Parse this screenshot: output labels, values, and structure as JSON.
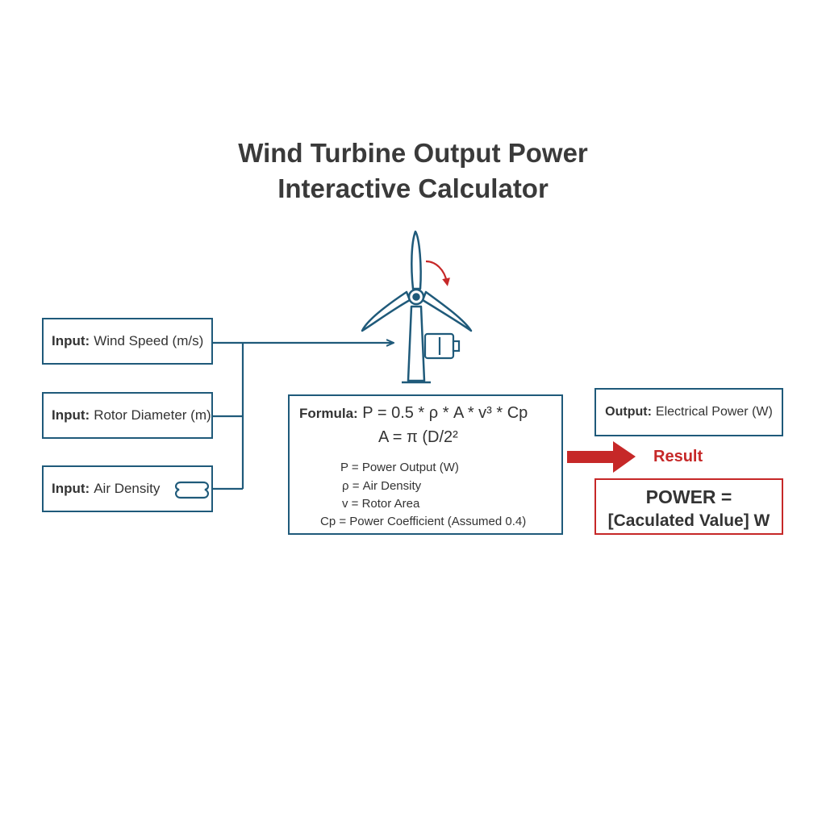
{
  "title": {
    "line1": "Wind Turbine Output Power",
    "line2": "Interactive Calculator"
  },
  "inputs": [
    {
      "prefix": "Input:",
      "label": "Wind Speed (m/s)"
    },
    {
      "prefix": "Input:",
      "label": "Rotor Diameter (m)"
    },
    {
      "prefix": "Input:",
      "label": "Air Density"
    }
  ],
  "formula": {
    "prefix": "Formula:",
    "main": "P = 0.5 * ρ * A * v³ * Cp",
    "area": "A = π (D/2²",
    "legend": [
      "P = Power Output (W)",
      "ρ = Air Density",
      "v = Rotor Area",
      "Cp = Power Coefficient (Assumed 0.4)"
    ]
  },
  "output": {
    "prefix": "Output:",
    "label": "Electrical Power (W)"
  },
  "result": {
    "label": "Result",
    "line1": "POWER =",
    "line2": "[Caculated Value] W"
  },
  "colors": {
    "primary": "#1f5a7a",
    "accent": "#c62828"
  },
  "icons": [
    "wind-turbine-icon",
    "rotation-arrow-icon",
    "generator-icon",
    "air-density-icon",
    "result-arrow-icon"
  ]
}
